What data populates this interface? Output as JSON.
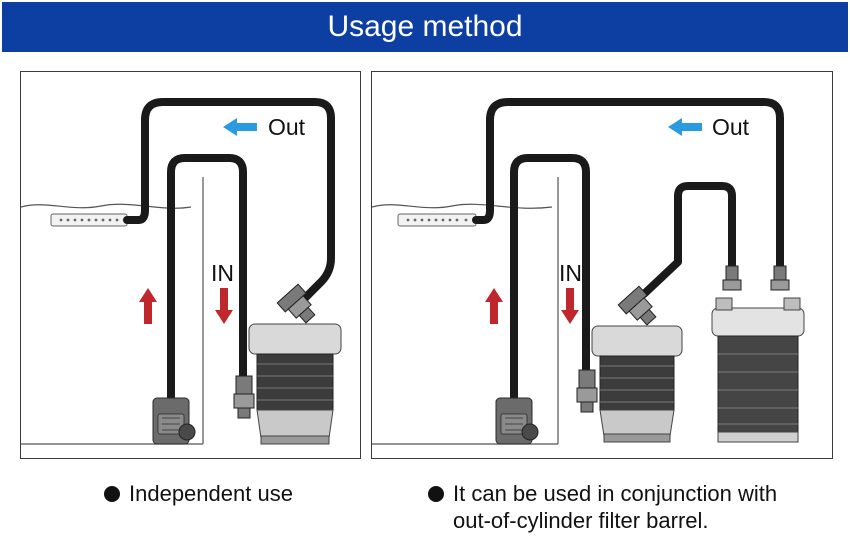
{
  "header": {
    "title": "Usage method"
  },
  "diagram": {
    "out_label": "Out",
    "in_label": "IN",
    "colors": {
      "banner": "#0d3fa3",
      "arrow_out": "#2a9be0",
      "arrow_up": "#c0272d",
      "hose": "#1a1a1a"
    }
  },
  "captions": {
    "left": "Independent use",
    "right_line1": "It can be used in conjunction with",
    "right_line2": "out-of-cylinder filter barrel."
  }
}
